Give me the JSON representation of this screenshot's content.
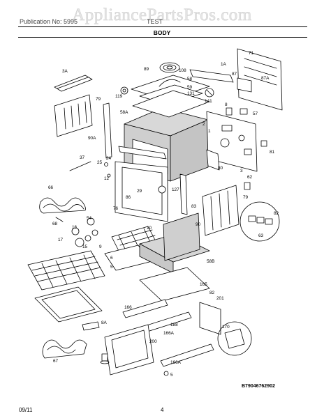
{
  "watermark": "AppliancePartsPros.com",
  "header": {
    "left": "Publication No: 5995",
    "mid": "TEST"
  },
  "section_title": "BODY",
  "drawing_code": "B79046762902",
  "footer": {
    "date": "09/11",
    "page": "4"
  },
  "callouts": [
    "3A",
    "79",
    "71",
    "1A",
    "87",
    "87A",
    "89",
    "108",
    "58",
    "59",
    "131",
    "119",
    "141",
    "58A",
    "2",
    "1",
    "8",
    "57",
    "81",
    "90A",
    "37",
    "25",
    "24",
    "12",
    "127",
    "29",
    "86",
    "76",
    "83",
    "80",
    "3",
    "62",
    "79",
    "66",
    "68",
    "16",
    "54",
    "17",
    "15",
    "9",
    "10",
    "90",
    "82",
    "63",
    "58B",
    "6",
    "5",
    "165",
    "82",
    "166",
    "201",
    "188",
    "170",
    "166A",
    "8A",
    "67",
    "200",
    "166A",
    "5"
  ]
}
